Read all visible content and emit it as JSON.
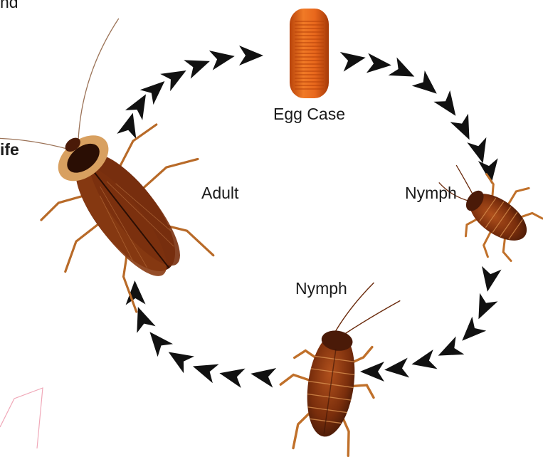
{
  "labels": {
    "egg_case": "Egg Case",
    "nymph_right": "Nymph",
    "nymph_bottom": "Nymph",
    "adult": "Adult"
  },
  "edge_text": {
    "top_left": "nd",
    "left": "ife"
  },
  "colors": {
    "arrow": "#111111",
    "egg_case": "#e8671c",
    "egg_case_dark": "#b8430a",
    "cockroach_body": "#8a3b12",
    "cockroach_dark": "#3a1406",
    "cockroach_leg": "#c0702a"
  },
  "icons": [
    "egg-case-icon",
    "nymph-icon",
    "adult-cockroach-icon",
    "arrow-chevron-icon"
  ]
}
